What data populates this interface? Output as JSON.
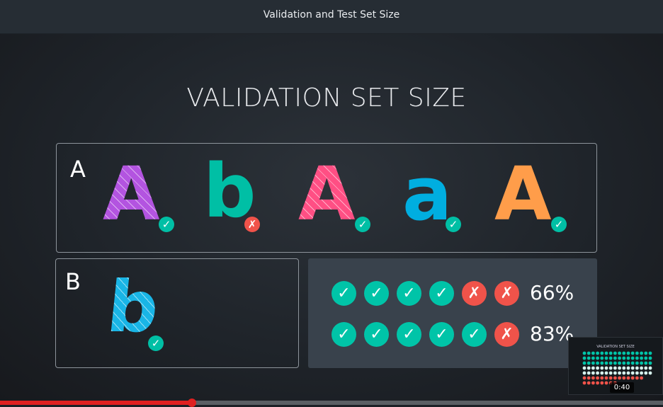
{
  "header": {
    "title": "Validation and Test Set Size"
  },
  "slide": {
    "title": "VALIDATION SET SIZE",
    "box_a": {
      "label": "A",
      "letters": [
        {
          "char": "A",
          "color": "#b354e0",
          "result": "✓"
        },
        {
          "char": "b",
          "color": "#00bfa5",
          "result": "✗"
        },
        {
          "char": "A",
          "color": "#ff4f84",
          "result": "✓"
        },
        {
          "char": "a",
          "color": "#00aee0",
          "result": "✓"
        },
        {
          "char": "A",
          "color": "#ff9d4a",
          "result": "✓"
        }
      ]
    },
    "box_b": {
      "label": "B",
      "letter": "b",
      "color": "#19b5e6",
      "result": "✓"
    },
    "results": [
      {
        "marks": [
          "✓",
          "✓",
          "✓",
          "✓",
          "✗",
          "✗"
        ],
        "percent": "66%"
      },
      {
        "marks": [
          "✓",
          "✓",
          "✓",
          "✓",
          "✓",
          "✗"
        ],
        "percent": "83%"
      }
    ]
  },
  "player": {
    "progress_fraction": 0.29,
    "thumbnail": {
      "title": "VALIDATION SET SIZE",
      "time": "0:40"
    }
  },
  "colors": {
    "check": "#00bfa5",
    "cross": "#f0534a",
    "progress": "#e02020"
  }
}
